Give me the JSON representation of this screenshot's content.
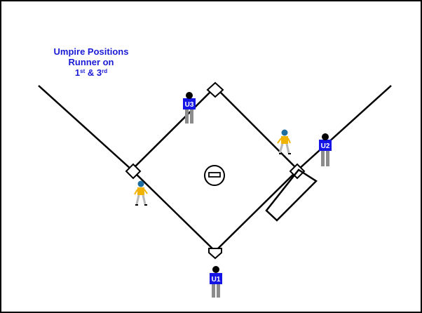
{
  "title": {
    "line1": "Umpire Positions",
    "line2": "Runner on",
    "line3_first": "1",
    "line3_first_sup": "st",
    "line3_mid": " & 3",
    "line3_third_sup": "rd"
  },
  "umpires": [
    {
      "label": "U1",
      "role": "home plate umpire"
    },
    {
      "label": "U2",
      "role": "first base umpire"
    },
    {
      "label": "U3",
      "role": "third base umpire"
    }
  ],
  "runners": [
    {
      "base": "first"
    },
    {
      "base": "third"
    }
  ],
  "colors": {
    "umpire_shirt": "#1515e6",
    "umpire_pants": "#8c8c8c",
    "umpire_head": "#000000",
    "runner_shirt": "#f0b400",
    "runner_helmet": "#1e6ea0",
    "runner_pants": "#b8b8b8",
    "title_text": "#1a1ad6",
    "lines": "#000000"
  }
}
